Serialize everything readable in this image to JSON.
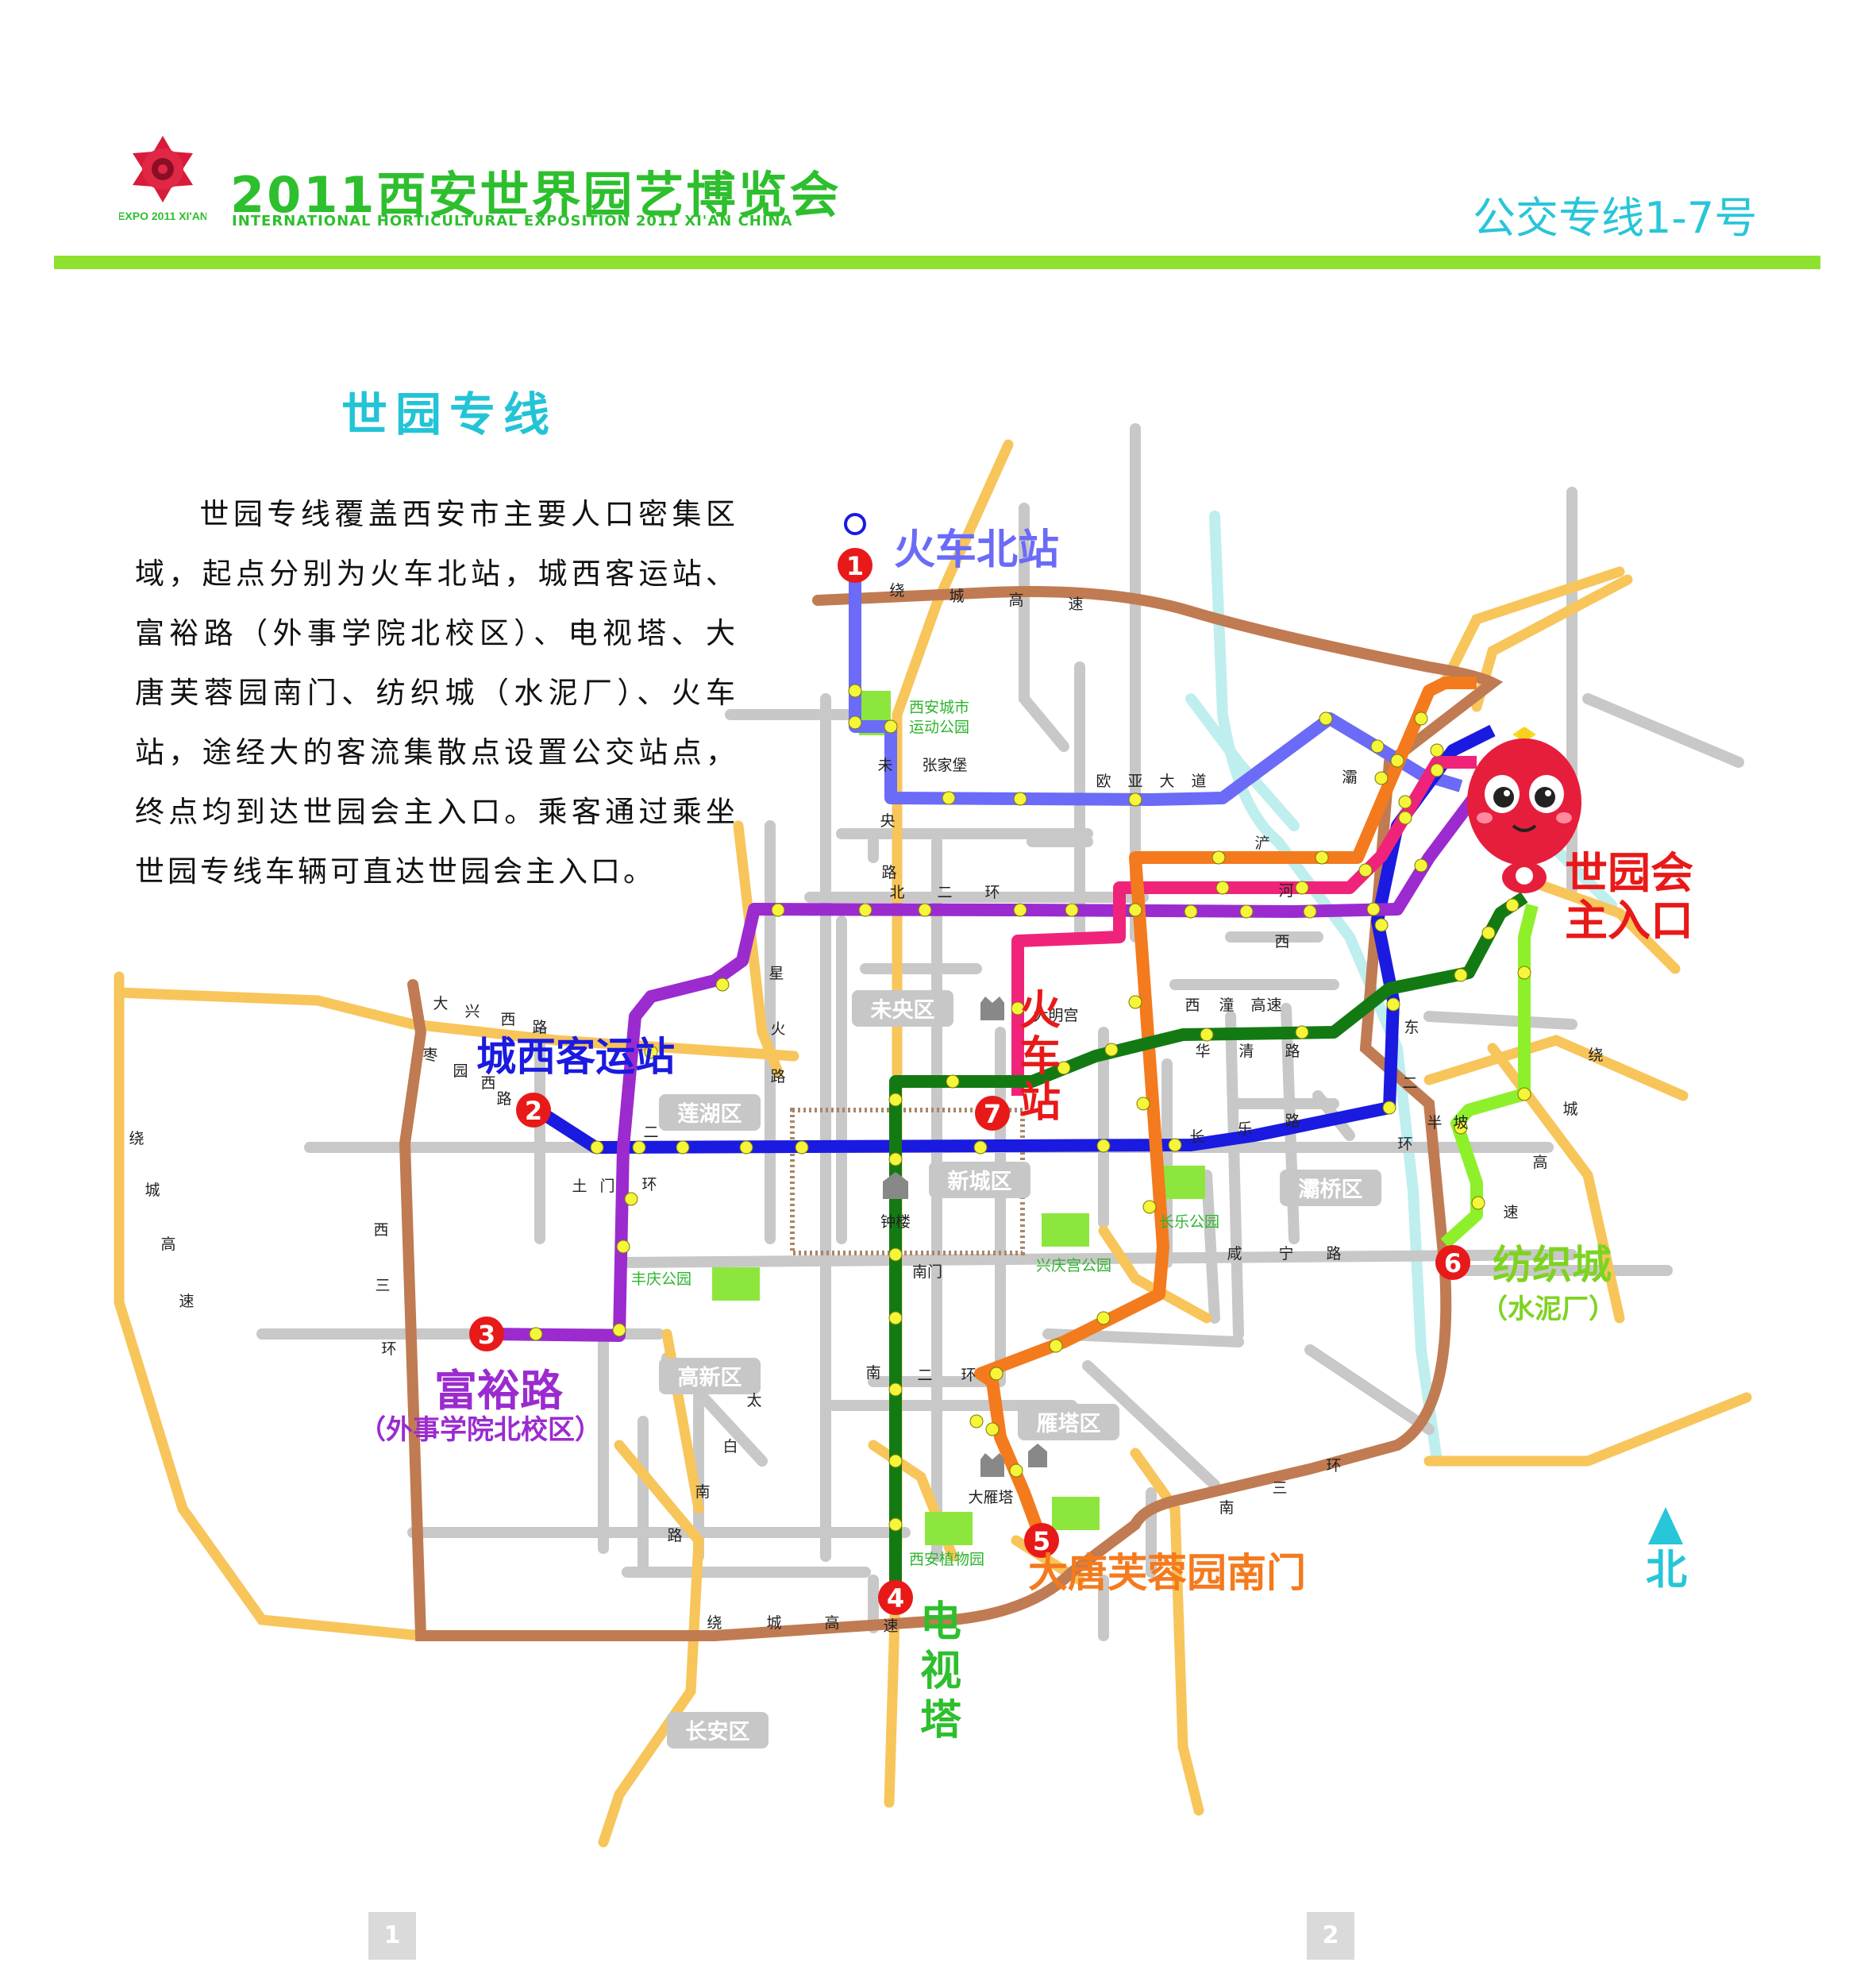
{
  "header": {
    "title": "2011西安世界园艺博览会",
    "subtitle": "INTERNATIONAL HORTICULTURAL EXPOSITION 2011 XI'AN CHINA",
    "logo_text": "EXPO 2011 XI'AN",
    "route_tag": "公交专线1-7号"
  },
  "section": {
    "title": "世园专线",
    "intro": "世园专线覆盖西安市主要人口密集区域，起点分别为火车北站，城西客运站、富裕路（外事学院北校区）、电视塔、大唐芙蓉园南门、纺织城（水泥厂）、火车站，途经大的客流集散点设置公交站点，终点均到达世园会主入口。乘客通过乘坐世园专线车辆可直达世园会主入口。"
  },
  "colors": {
    "green_bar": "#8ee22f",
    "title_green": "#2dbf2d",
    "cyan": "#27c6d8",
    "expressway": "#c07b52",
    "road_major": "#f7c55a",
    "road_minor": "#c8c8c8",
    "river": "#bfeeee",
    "city_wall": "#a7876a",
    "line1": "#6b6bf7",
    "line2": "#1a1ae0",
    "line3": "#9b2bcf",
    "line4": "#137a13",
    "line5": "#f47a1e",
    "line6": "#8ef02a",
    "line7": "#f0237a",
    "marker": "#e81919"
  },
  "termini": [
    {
      "num": "1",
      "name": "火车北站",
      "sub": ""
    },
    {
      "num": "2",
      "name": "城西客运站",
      "sub": ""
    },
    {
      "num": "3",
      "name": "富裕路",
      "sub": "（外事学院北校区）"
    },
    {
      "num": "4",
      "name": "电视塔",
      "sub": ""
    },
    {
      "num": "5",
      "name": "大唐芙蓉园南门",
      "sub": ""
    },
    {
      "num": "6",
      "name": "纺织城",
      "sub": "（水泥厂）"
    },
    {
      "num": "7",
      "name": "火车站",
      "sub": ""
    }
  ],
  "destination": {
    "name": "世园会主入口",
    "line1": "世园会",
    "line2": "主入口"
  },
  "districts": [
    "未央区",
    "莲湖区",
    "新城区",
    "灞桥区",
    "高新区",
    "雁塔区",
    "长安区"
  ],
  "parks": [
    "西安城市",
    "运动公园",
    "长乐公园",
    "兴庆宫公园",
    "丰庆公园",
    "西安植物园"
  ],
  "roads": {
    "expressway_n": [
      "绕",
      "城",
      "高",
      "速"
    ],
    "expressway_s": [
      "绕",
      "城",
      "高",
      "速"
    ],
    "expressway_w": [
      "绕",
      "城",
      "高",
      "速"
    ],
    "expressway_e": [
      "绕",
      "城",
      "高",
      "速"
    ],
    "weiyang": [
      "未",
      "央",
      "路"
    ],
    "zhangjiabao": "张家堡",
    "ouya": [
      "欧",
      "亚",
      "大",
      "道"
    ],
    "beierhuan": [
      "北",
      "二",
      "环"
    ],
    "daxingxi": [
      "大",
      "兴",
      "西",
      "路"
    ],
    "zaoyuanxi": [
      "枣",
      "园",
      "西",
      "路"
    ],
    "xingshuo": [
      "星",
      "火",
      "路"
    ],
    "erhuan_w": [
      "二",
      "环"
    ],
    "tumen": [
      "土",
      "门"
    ],
    "xisanhuan": [
      "西",
      "三",
      "环"
    ],
    "taibai": [
      "太",
      "白",
      "南",
      "路"
    ],
    "nanerhuan": [
      "南",
      "二",
      "环"
    ],
    "nanmen": "南门",
    "xianning": [
      "咸",
      "宁",
      "路"
    ],
    "changle": [
      "长",
      "乐",
      "路"
    ],
    "xitong": [
      "西",
      "潼",
      "高",
      "速"
    ],
    "huaqing": [
      "华",
      "清",
      "路"
    ],
    "dongerhuan": [
      "东",
      "二",
      "环"
    ],
    "banpo": [
      "半",
      "坡"
    ],
    "nansanhuan": [
      "南",
      "三",
      "环"
    ],
    "bahe": [
      "灞"
    ],
    "chanhe": [
      "浐",
      "河",
      "西"
    ],
    "zhongshan": [
      "钟楼"
    ],
    "dayanta": "大雁塔",
    "dahe": "大明宫"
  },
  "compass": {
    "label": "北"
  },
  "pages": [
    "1",
    "2"
  ]
}
